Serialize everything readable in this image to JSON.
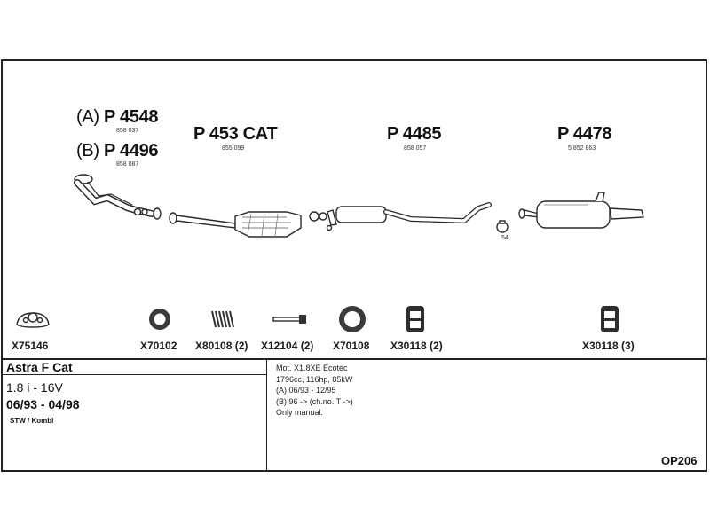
{
  "diagram_code": "OP206",
  "parts": {
    "downpipe_a": {
      "variant": "(A)",
      "number": "P 4548",
      "code": "858 037"
    },
    "downpipe_b": {
      "variant": "(B)",
      "number": "P 4496",
      "code": "858 087"
    },
    "catalyst": {
      "number": "P 453 CAT",
      "code": "855 099"
    },
    "middle": {
      "number": "P 4485",
      "code": "858 057"
    },
    "rear": {
      "number": "P 4478",
      "code": "5 852 863"
    },
    "clamp_label": "54"
  },
  "components": [
    {
      "label": "X75146"
    },
    {
      "label": "X70102"
    },
    {
      "label": "X80108 (2)"
    },
    {
      "label": "X12104 (2)"
    },
    {
      "label": "X70108"
    },
    {
      "label": "X30118 (2)"
    },
    {
      "label": "X30118 (3)"
    }
  ],
  "vehicle": {
    "model": "Astra F Cat",
    "engine_size": "1.8 i - 16V",
    "years": "06/93 - 04/98",
    "body": "STW / Kombi"
  },
  "engine_info": [
    "Mot. X1.8XE Ecotec",
    "1796cc, 116hp, 85kW",
    "(A) 06/93 - 12/95",
    "(B) 96 -> (ch.no. T ->)",
    "Only manual."
  ]
}
